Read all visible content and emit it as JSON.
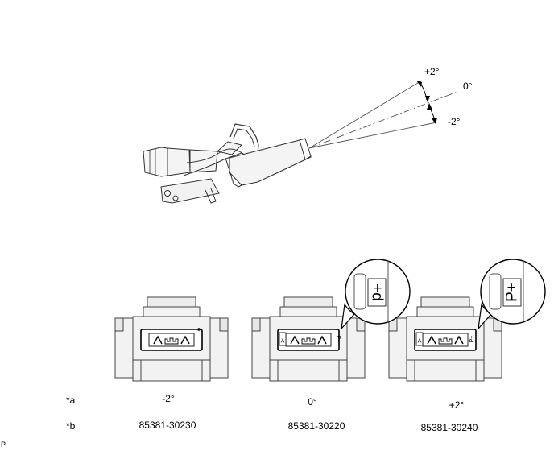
{
  "angle_labels": {
    "plus2": "+2°",
    "zero": "0°",
    "minus2": "-2°"
  },
  "callouts": {
    "bubble_1": "+d",
    "bubble_2": "P+"
  },
  "connector_marks": {
    "a": "A",
    "pd": "P+"
  },
  "rows": {
    "a_label": "*a",
    "b_label": "*b",
    "columns": [
      {
        "angle": "-2°",
        "part_no": "85381-30230"
      },
      {
        "angle": "0°",
        "part_no": "85381-30220"
      },
      {
        "angle": "+2°",
        "part_no": "85381-30240"
      }
    ]
  },
  "corner_mark": "P"
}
